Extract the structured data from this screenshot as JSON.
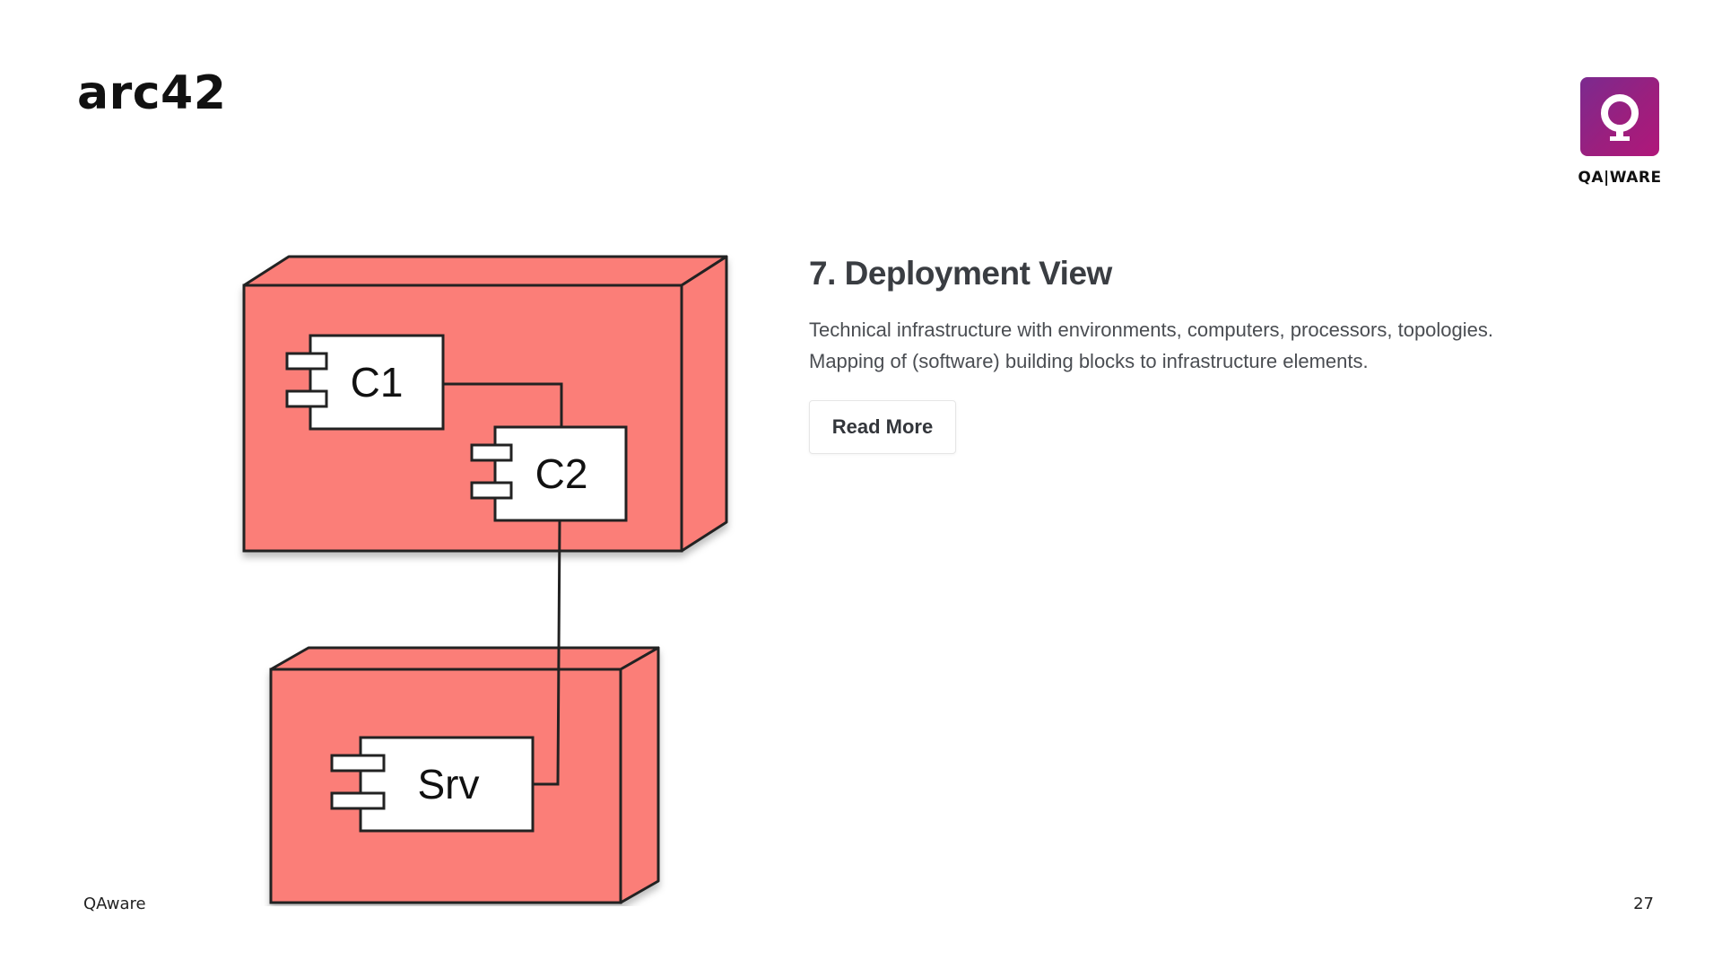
{
  "header": {
    "title": "arc42"
  },
  "brand": {
    "logo_icon": "qaware-logo-icon",
    "name": "QA|WARE",
    "color": "#8e2286"
  },
  "diagram": {
    "node_color": "#fb7e78",
    "component_color": "#ffffff",
    "components": {
      "c1": "C1",
      "c2": "C2",
      "srv": "Srv"
    }
  },
  "section": {
    "heading": "7. Deployment View",
    "description_lines": [
      "Technical infrastructure with environments, computers, processors, topologies.",
      "Mapping of (software) building blocks to infrastructure elements."
    ],
    "read_more_label": "Read More"
  },
  "footer": {
    "company": "QAware",
    "page_number": "27"
  }
}
